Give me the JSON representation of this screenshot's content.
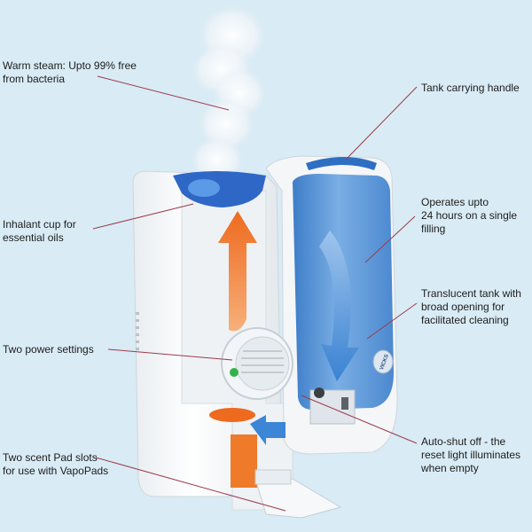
{
  "colors": {
    "background": "#d9ebf5",
    "leader_line": "#9b3b4a",
    "tank_blue": "#3a7fcf",
    "arrow_orange": "#f07a2a",
    "arrow_blue": "#3b86d6",
    "body_white": "#f7f8fa",
    "power_light": "#34b24a"
  },
  "callouts": {
    "warm_steam": "Warm steam: Upto 99% free\nfrom bacteria",
    "tank_handle": "Tank carrying handle",
    "inhalant_cup": "Inhalant cup for\nessential oils",
    "operates": "Operates upto\n24 hours on a single\nfilling",
    "translucent_tank": "Translucent tank with\nbroad opening for\nfacilitated cleaning",
    "power_settings": "Two power settings",
    "auto_shutoff": "Auto-shut off - the\nreset light illuminates\nwhen empty",
    "scent_pad": "Two scent Pad slots\nfor use with VapoPads"
  },
  "product": {
    "brand": "VICKS"
  }
}
